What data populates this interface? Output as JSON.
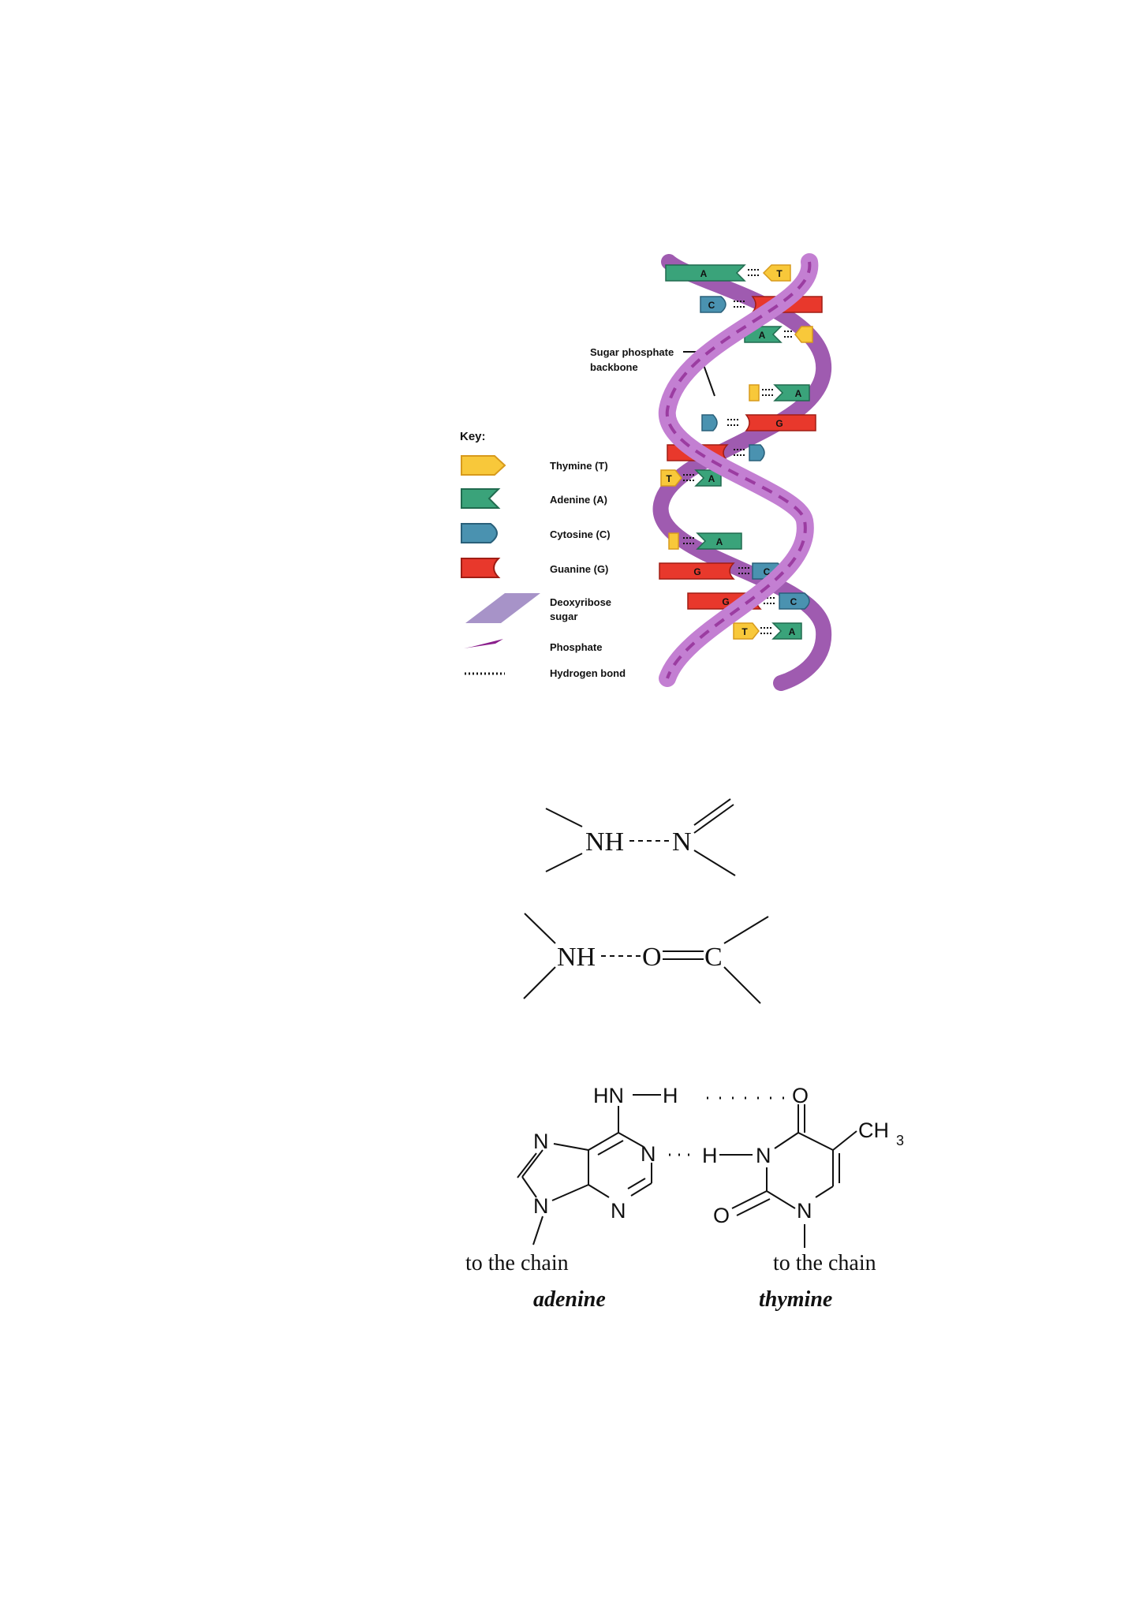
{
  "helix": {
    "backbone_label_line1": "Sugar phosphate",
    "backbone_label_line2": "backbone",
    "key_title": "Key:",
    "key": [
      {
        "label": "Thymine (T)",
        "icon": "thymine-icon",
        "color": "#f8c83a"
      },
      {
        "label": "Adenine (A)",
        "icon": "adenine-icon",
        "color": "#3aa37a"
      },
      {
        "label": "Cytosine (C)",
        "icon": "cytosine-icon",
        "color": "#4a92b0"
      },
      {
        "label": "Guanine (G)",
        "icon": "guanine-icon",
        "color": "#e8382c"
      },
      {
        "label_line1": "Deoxyribose",
        "label_line2": "sugar",
        "icon": "deoxyribose-sugar-icon",
        "color": "#a793c8"
      },
      {
        "label": "Phosphate",
        "icon": "phosphate-icon",
        "color": "#8a1f8c"
      },
      {
        "label": "Hydrogen bond",
        "icon": "hydrogen-bond-icon",
        "color": "#111111"
      }
    ],
    "rungs": [
      {
        "left": "A",
        "right": "T"
      },
      {
        "left": "C",
        "right": "G"
      },
      {
        "left": "A",
        "right": ""
      },
      {
        "left": "",
        "right": "A"
      },
      {
        "left": "",
        "right": "G"
      },
      {
        "left": "G",
        "right": ""
      },
      {
        "left": "T",
        "right": "A"
      },
      {
        "left": "",
        "right": "A"
      },
      {
        "left": "G",
        "right": "C"
      },
      {
        "left": "G",
        "right": "C"
      },
      {
        "left": "T",
        "right": "A"
      }
    ]
  },
  "hbond1": {
    "left": "NH",
    "right": "N"
  },
  "hbond2": {
    "left": "NH",
    "o": "O",
    "c": "C"
  },
  "pair": {
    "hn": "HN",
    "h_top": "H",
    "o_top": "O",
    "n_adenine_1": "N",
    "n_adenine_2": "N",
    "n_adenine_3": "N",
    "n_adenine_4": "N",
    "h_mid": "H",
    "n_thymine_1": "N",
    "n_thymine_2": "N",
    "o_bottom": "O",
    "ch": "CH",
    "sub3": "3",
    "chain_left": "to the chain",
    "chain_right": "to the chain",
    "adenine": "adenine",
    "thymine": "thymine"
  }
}
